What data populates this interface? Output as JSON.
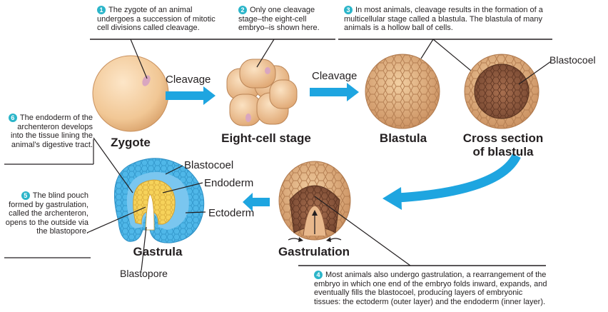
{
  "notes": {
    "n1": {
      "num": "1",
      "text": "The zygote of an animal undergoes a succession of mitotic cell divisions called cleavage."
    },
    "n2": {
      "num": "2",
      "text": "Only one cleavage stage–the eight-cell embryo–is shown here."
    },
    "n3": {
      "num": "3",
      "text": "In most animals, cleavage results in the formation of a multicellular stage called a blastula. The blastula of many animals is a hollow ball of cells."
    },
    "n4": {
      "num": "4",
      "text": "Most animals also undergo gastrulation, a rearrangement of the embryo in which one end of the embryo folds inward, expands, and eventually fills the blastocoel, producing layers of embryonic tissues: the ectoderm (outer layer) and the endoderm (inner layer)."
    },
    "n5": {
      "num": "5",
      "text": "The blind pouch formed by gastrulation, called the archenteron, opens to the outside via the blastopore."
    },
    "n6": {
      "num": "6",
      "text": "The endoderm of the archenteron develops into the tissue lining the animal’s digestive tract."
    }
  },
  "stages": {
    "zygote": "Zygote",
    "eight_cell": "Eight-cell stage",
    "blastula": "Blastula",
    "cross_section": "Cross section of blastula",
    "gastrulation": "Gastrulation",
    "gastrula": "Gastrula"
  },
  "arrows": {
    "cleavage_1": "Cleavage",
    "cleavage_2": "Cleavage"
  },
  "labels": {
    "blastocoel_top": "Blastocoel",
    "blastocoel": "Blastocoel",
    "endoderm": "Endoderm",
    "ectoderm": "Ectoderm",
    "blastopore": "Blastopore"
  },
  "colors": {
    "arrow": "#1ea5e0",
    "number_badge": "#2bb5c9",
    "ectoderm": "#4fb7e8",
    "endoderm": "#f6d25a",
    "embryo": "#eab98a"
  }
}
